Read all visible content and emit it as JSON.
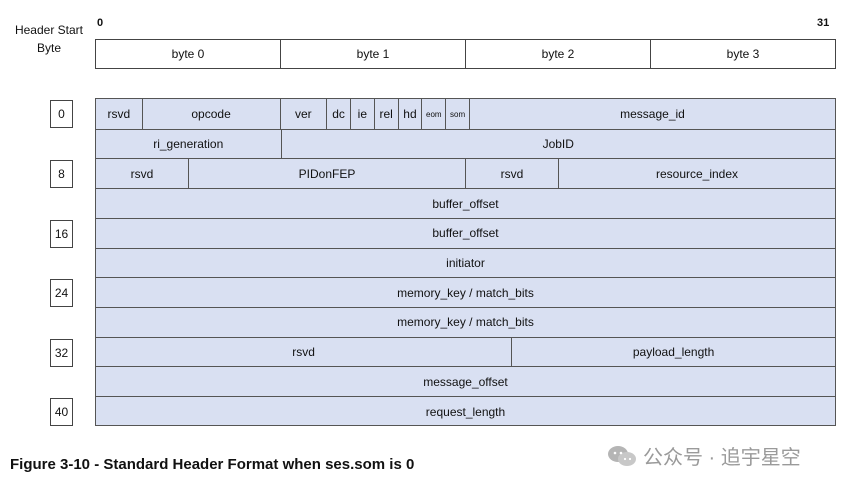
{
  "header": {
    "label": "Header Start Byte",
    "bit_start": "0",
    "bit_end": "31",
    "bytes": [
      "byte 0",
      "byte 1",
      "byte 2",
      "byte 3"
    ]
  },
  "offsets": [
    "0",
    "8",
    "16",
    "24",
    "32",
    "40"
  ],
  "rows": [
    [
      {
        "label": "rsvd",
        "bits": 2
      },
      {
        "label": "opcode",
        "bits": 6
      },
      {
        "label": "ver",
        "bits": 2
      },
      {
        "label": "dc",
        "bits": 1
      },
      {
        "label": "ie",
        "bits": 1
      },
      {
        "label": "rel",
        "bits": 1
      },
      {
        "label": "hd",
        "bits": 1
      },
      {
        "label": "eom",
        "bits": 1,
        "tiny": true
      },
      {
        "label": "som",
        "bits": 1,
        "tiny": true
      },
      {
        "label": "message_id",
        "bits": 16
      }
    ],
    [
      {
        "label": "ri_generation",
        "bits": 8
      },
      {
        "label": "JobID",
        "bits": 24
      }
    ],
    [
      {
        "label": "rsvd",
        "bits": 4
      },
      {
        "label": "PIDonFEP",
        "bits": 12
      },
      {
        "label": "rsvd",
        "bits": 4
      },
      {
        "label": "resource_index",
        "bits": 12
      }
    ],
    [
      {
        "label": "buffer_offset",
        "bits": 32
      }
    ],
    [
      {
        "label": "buffer_offset",
        "bits": 32
      }
    ],
    [
      {
        "label": "initiator",
        "bits": 32
      }
    ],
    [
      {
        "label": "memory_key / match_bits",
        "bits": 32
      }
    ],
    [
      {
        "label": "memory_key / match_bits",
        "bits": 32
      }
    ],
    [
      {
        "label": "rsvd",
        "bits": 18
      },
      {
        "label": "payload_length",
        "bits": 14
      }
    ],
    [
      {
        "label": "message_offset",
        "bits": 32
      }
    ],
    [
      {
        "label": "request_length",
        "bits": 32
      }
    ]
  ],
  "caption": "Figure 3-10 - Standard Header Format when ses.som is 0",
  "watermark": "公众号 · 追宇星空",
  "colors": {
    "field_fill": "#d9e0f2",
    "border": "#555555"
  }
}
